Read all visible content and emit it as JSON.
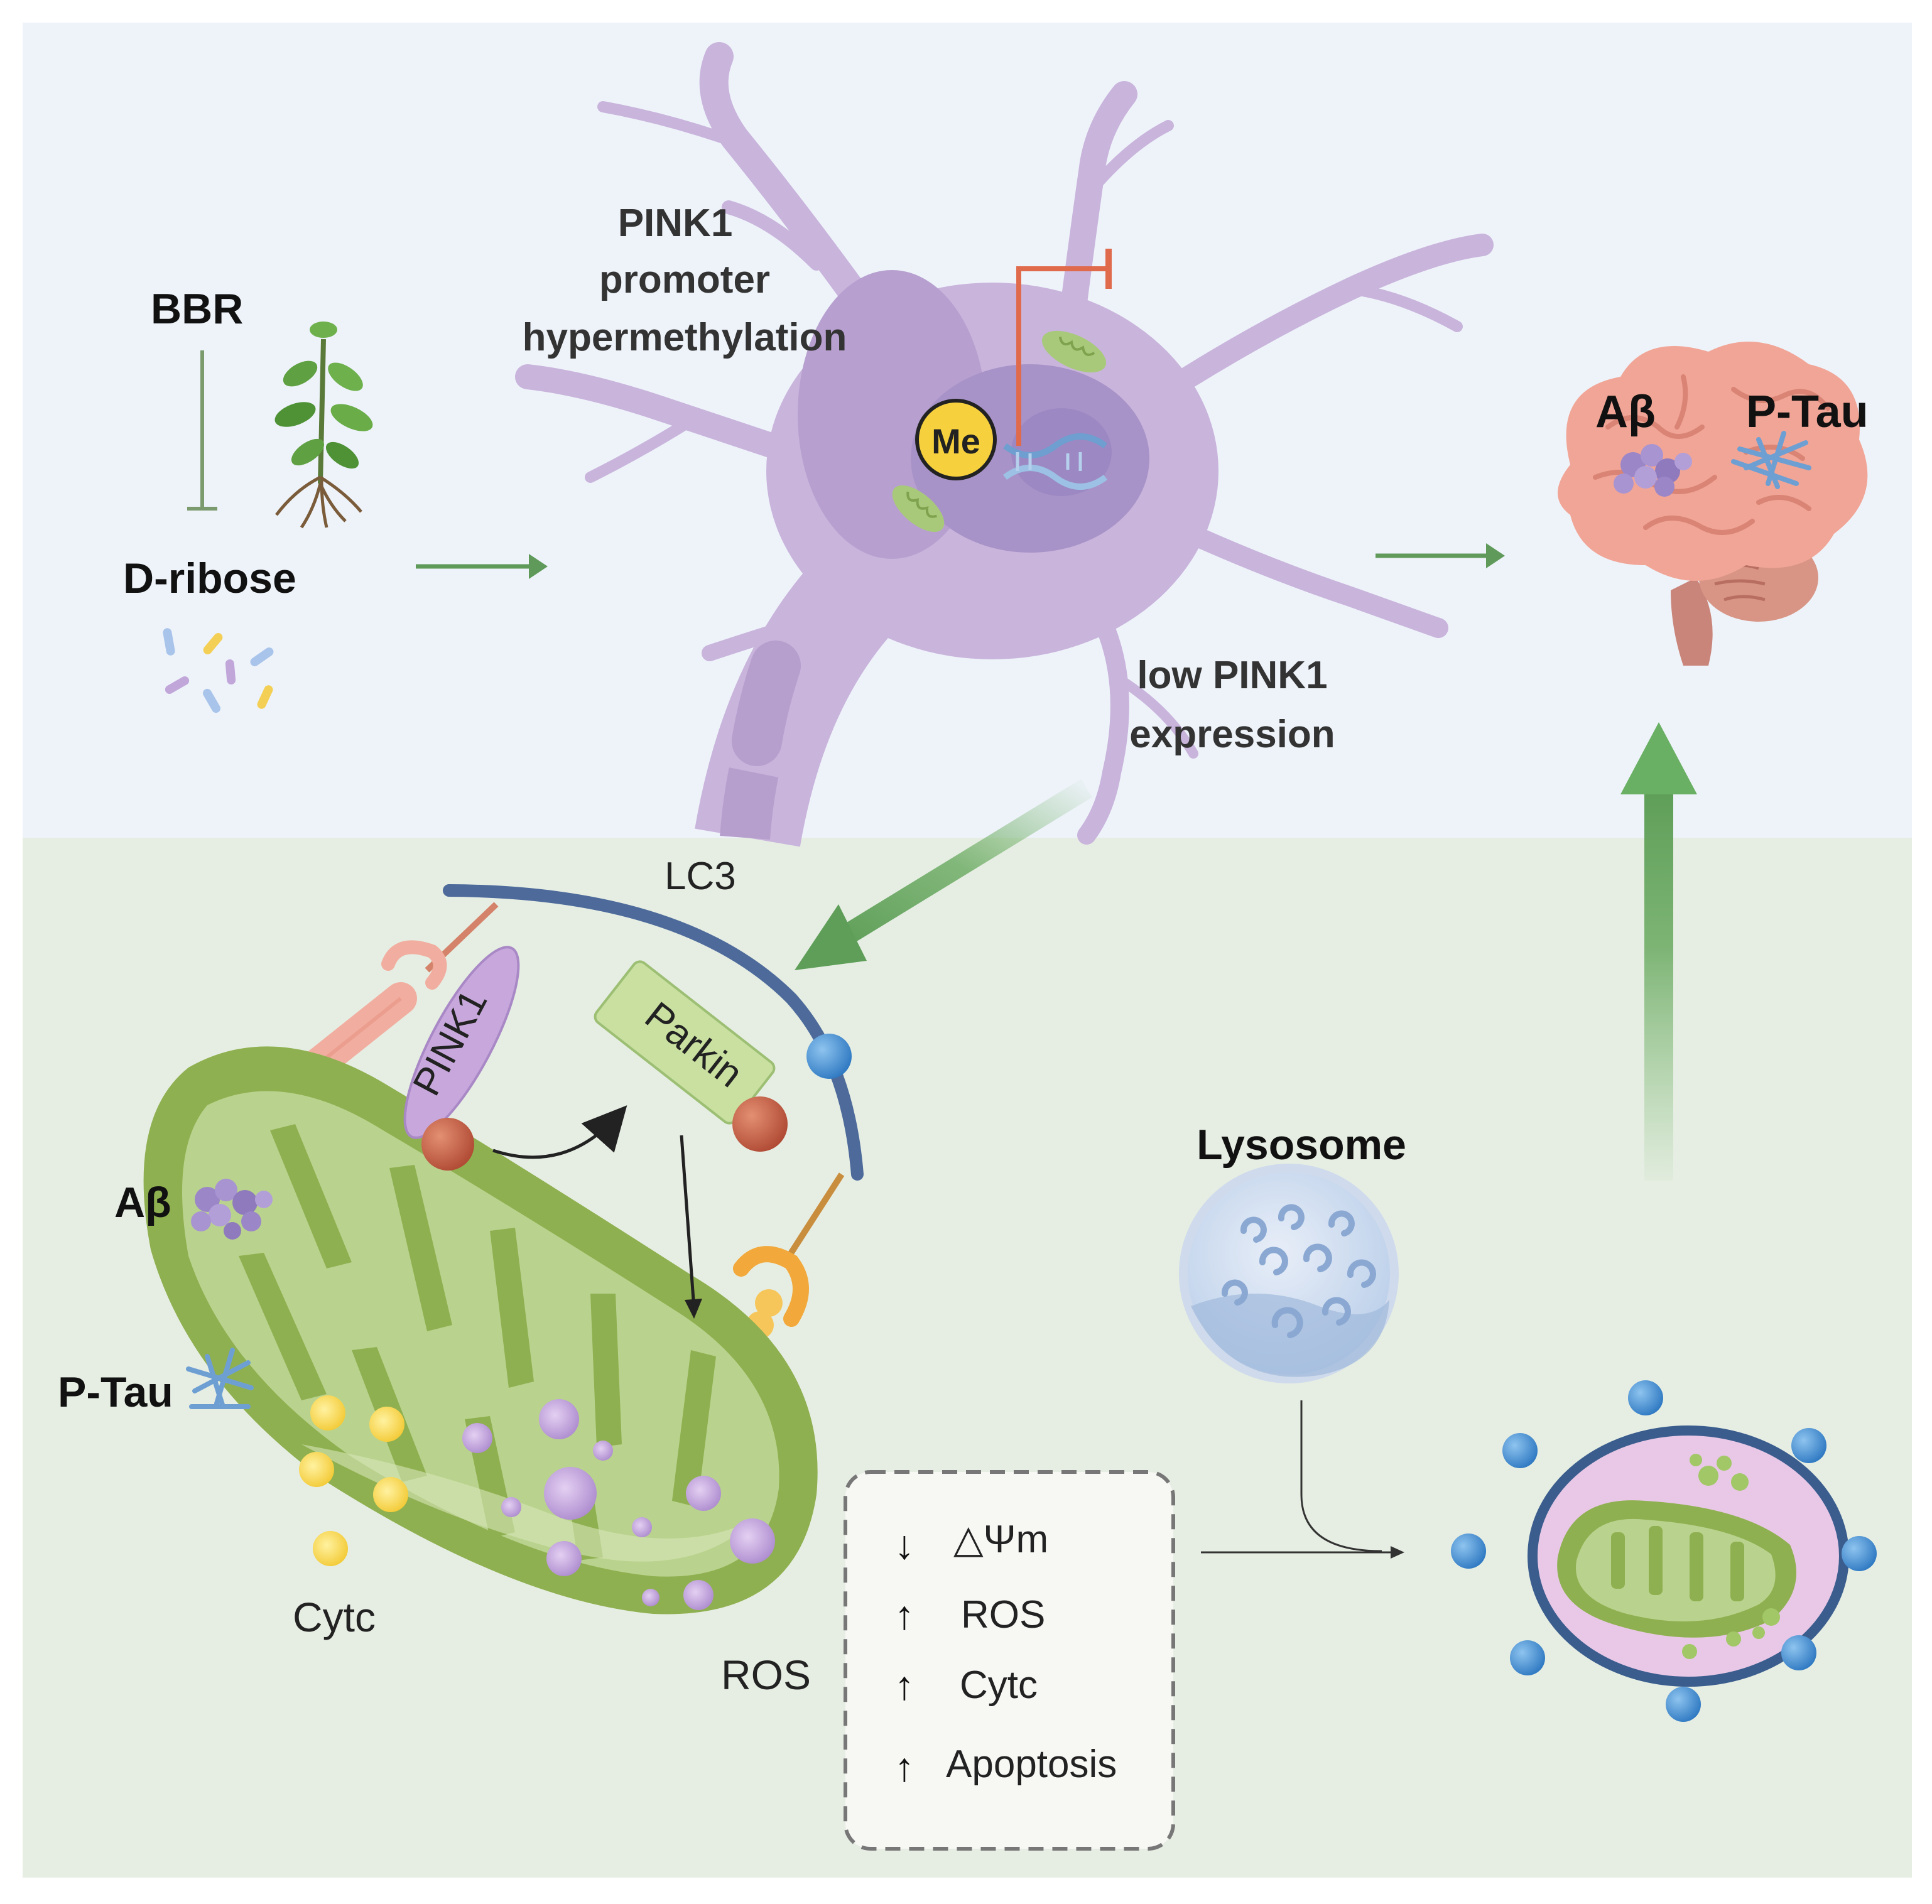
{
  "labels": {
    "bbr": "BBR",
    "d_ribose": "D-ribose",
    "pink1_promoter_line1": "PINK1",
    "pink1_promoter_line2": "promoter",
    "pink1_promoter_line3": "hypermethylation",
    "me": "Me",
    "low_pink1_line1": "low PINK1",
    "low_pink1_line2": "expression",
    "brain_abeta": "Aβ",
    "brain_ptau": "P-Tau",
    "lc3": "LC3",
    "pink1": "PINK1",
    "parkin": "Parkin",
    "mito_abeta": "Aβ",
    "mito_ptau": "P-Tau",
    "cytc": "Cytc",
    "ros": "ROS",
    "lysosome": "Lysosome"
  },
  "effects": [
    {
      "arrow": "↓",
      "label": "△Ψm"
    },
    {
      "arrow": "↑",
      "label": "ROS"
    },
    {
      "arrow": "↑",
      "label": "Cytc"
    },
    {
      "arrow": "↑",
      "label": "Apoptosis"
    }
  ],
  "colors": {
    "top_panel": "#eef3fa",
    "bottom_panel": "#e6eee3",
    "neuron": "#c9b4dc",
    "mitochondrion": "#8fb050",
    "arrow_green": "#5f9a5a",
    "inhibit_red": "#e06a4c",
    "lc3_blue": "#4d6a9b",
    "lysosome_pink": "#e8c8e6"
  }
}
